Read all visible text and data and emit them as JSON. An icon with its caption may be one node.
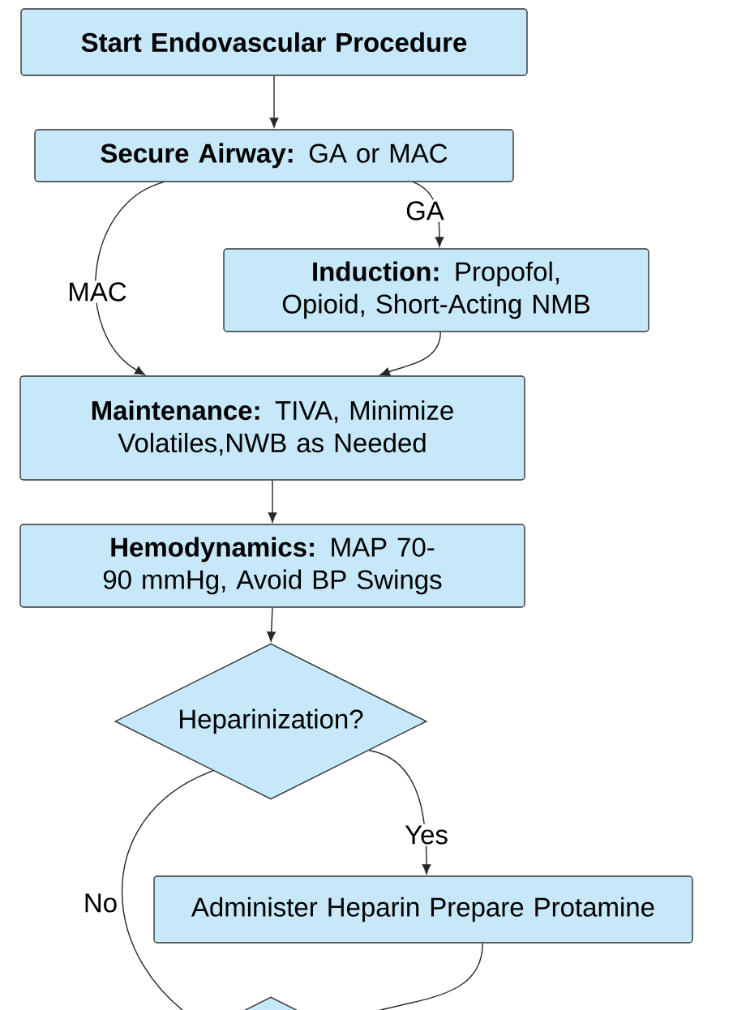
{
  "diagram": {
    "nodes": [
      {
        "text": [
          "Start Endovascular Procedure"
        ]
      },
      {
        "text": [
          "**Secure Airway:** GA or MAC"
        ]
      },
      {
        "text": [
          "**Induction:** Propofol, Opioid, Short-Acting NMB"
        ]
      },
      {
        "text": [
          "**Maintenance:** TIVA, Minimize Volatiles,NWB as Needed"
        ]
      },
      {
        "text": [
          "**Hemodynamics:** MAP 70-90 mmHg, Avoid BP Swings"
        ]
      },
      {
        "text": [
          "Heparinization?"
        ]
      },
      {
        "text": [
          "Administer Heparin Prepare Protamine"
        ]
      },
      {
        "text": [],
        "shape": "diamond"
      }
    ],
    "edges": [
      {
        "from": 0,
        "to": 1,
        "arrow": "to"
      },
      {
        "from": 1,
        "to": 2,
        "arrow": "to",
        "label": "GA"
      },
      {
        "from": 1,
        "to": 3,
        "arrow": "to",
        "label": "MAC"
      },
      {
        "from": 2,
        "to": 3,
        "arrow": "to"
      },
      {
        "from": 3,
        "to": 4,
        "arrow": "to"
      },
      {
        "from": 4,
        "to": 5,
        "arrow": "to"
      },
      {
        "from": 5,
        "to": 6,
        "arrow": "to",
        "label": "Yes"
      },
      {
        "from": 5,
        "to": 7,
        "arrow": "none",
        "label": "No"
      },
      {
        "from": 6,
        "to": 7,
        "arrow": "none"
      }
    ]
  }
}
